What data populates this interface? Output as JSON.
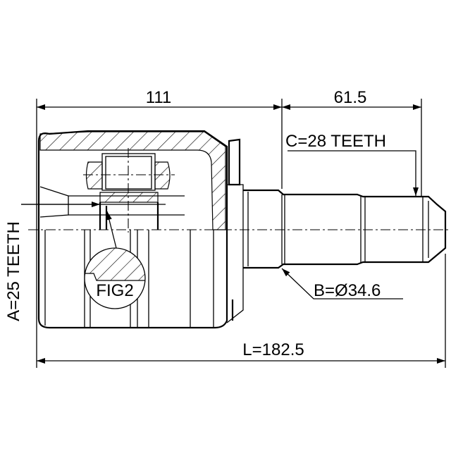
{
  "dimensions": {
    "housing_length": "111",
    "shaft_length": "61.5",
    "total_length": "L=182.5",
    "outer_spline": "C=28 TEETH",
    "inner_spline": "A=25 TEETH",
    "seal_diameter": "B=Ø34.6"
  },
  "detail_label": "FIG2",
  "colors": {
    "line": "#000000",
    "background": "#ffffff"
  }
}
